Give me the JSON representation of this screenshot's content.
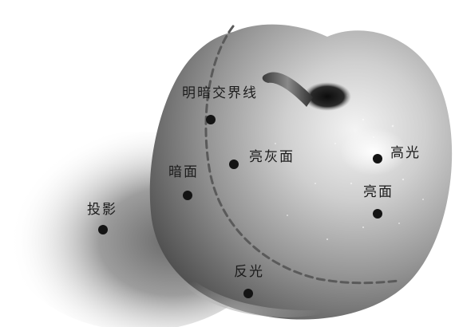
{
  "labels": {
    "terminator": "明暗交界线",
    "halftone": "亮灰面",
    "shadow_side": "暗面",
    "cast_shadow": "投影",
    "highlight": "高光",
    "light_side": "亮面",
    "reflected_light": "反光"
  },
  "colors": {
    "dot": "#141414",
    "dashed_line": "#5a5a5a",
    "text": "#1c1c1c"
  }
}
